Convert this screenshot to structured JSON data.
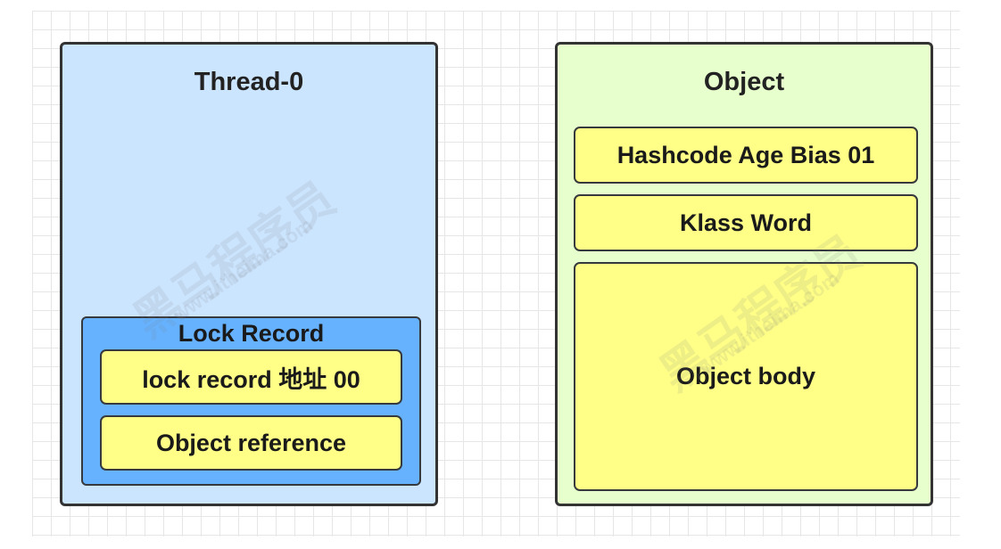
{
  "thread": {
    "title": "Thread-0",
    "lock_record": {
      "title": "Lock Record",
      "fields": [
        "lock  record 地址 00",
        "Object reference"
      ]
    }
  },
  "object": {
    "title": "Object",
    "fields": [
      "Hashcode Age Bias 01",
      "Klass Word",
      "Object body"
    ]
  },
  "watermark": {
    "brand": "黑马程序员",
    "site": "www.itheima.com"
  },
  "colors": {
    "thread_bg": "#cce5ff",
    "object_bg": "#e6ffcc",
    "lock_record_bg": "#66b2ff",
    "field_bg": "#ffff88",
    "border": "#333333"
  }
}
